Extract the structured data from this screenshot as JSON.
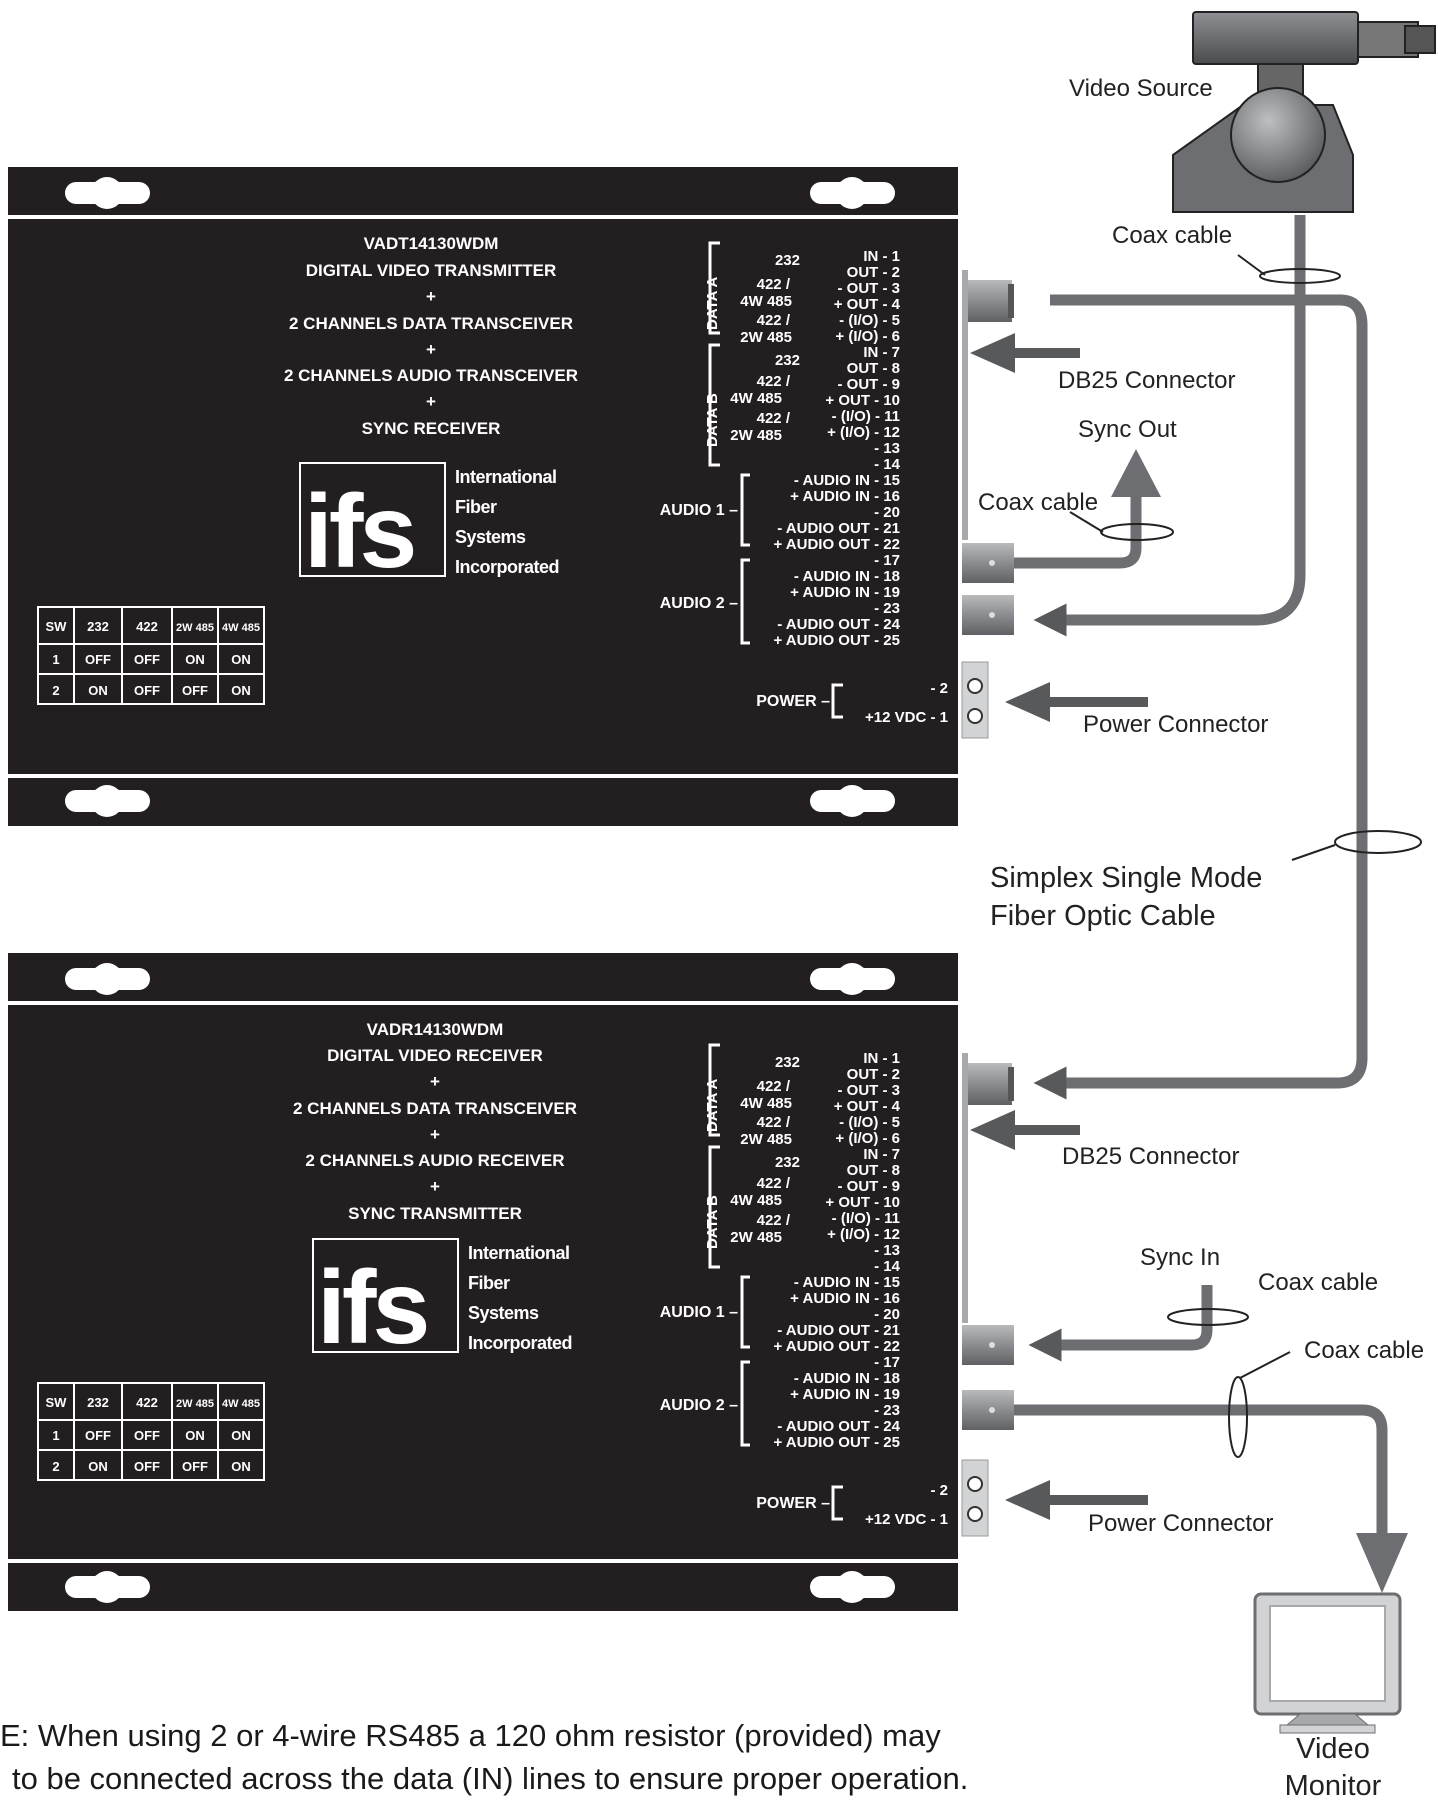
{
  "colors": {
    "panel": "#231f20",
    "cable": "#6d6e71",
    "arrow": "#58595b",
    "connector": "#8a8c8f"
  },
  "transmitter": {
    "title_lines": [
      "VADT14130WDM",
      "DIGITAL VIDEO TRANSMITTER",
      "+",
      "2 CHANNELS DATA TRANSCEIVER",
      "+",
      "2 CHANNELS AUDIO TRANSCEIVER",
      "+",
      "SYNC RECEIVER"
    ]
  },
  "receiver": {
    "title_lines": [
      "VADR14130WDM",
      "DIGITAL VIDEO RECEIVER",
      "+",
      "2 CHANNELS DATA TRANSCEIVER",
      "+",
      "2 CHANNELS AUDIO RECEIVER",
      "+",
      "SYNC TRANSMITTER"
    ]
  },
  "logo": {
    "mark": "ifs",
    "lines": [
      "International",
      "Fiber",
      "Systems",
      "Incorporated"
    ]
  },
  "switch_table": {
    "headers": [
      "SW",
      "232",
      "422",
      "2W 485",
      "4W 485"
    ],
    "rows": [
      [
        "1",
        "OFF",
        "OFF",
        "ON",
        "ON"
      ],
      [
        "2",
        "ON",
        "OFF",
        "OFF",
        "ON"
      ]
    ]
  },
  "pinout": {
    "data_a_label": "DATA A",
    "data_b_label": "DATA B",
    "audio1_label": "AUDIO 1 –",
    "audio2_label": "AUDIO 2 –",
    "power_label": "POWER –",
    "data_a_modes": [
      "232",
      "422 /",
      "4W 485",
      "422 /",
      "2W 485"
    ],
    "data_a_pins": [
      "IN - 1",
      "OUT - 2",
      "- OUT - 3",
      "+ OUT - 4",
      "- (I/O) - 5",
      "+ (I/O) - 6"
    ],
    "data_b_modes": [
      "232",
      "422 /",
      "4W 485",
      "422 /",
      "2W 485"
    ],
    "data_b_pins": [
      "IN - 7",
      "OUT - 8",
      "- OUT - 9",
      "+ OUT - 10",
      "- (I/O) - 11",
      "+ (I/O) - 12",
      "- 13",
      "- 14"
    ],
    "audio1_pins": [
      "- AUDIO IN - 15",
      "+ AUDIO IN - 16",
      "- 20",
      "- AUDIO OUT - 21",
      "+ AUDIO OUT - 22"
    ],
    "audio2_pins": [
      "- 17",
      "- AUDIO IN - 18",
      "+ AUDIO IN - 19",
      "- 23",
      "- AUDIO OUT - 24",
      "+ AUDIO OUT - 25"
    ],
    "power_pins": [
      "- 2",
      "+12 VDC - 1"
    ]
  },
  "callouts": {
    "video_source": "Video Source",
    "coax_top": "Coax cable",
    "db25_top": "DB25 Connector",
    "sync_out": "Sync Out",
    "coax_sync_out": "Coax cable",
    "power_top": "Power Connector",
    "fiber_line1": "Simplex Single Mode",
    "fiber_line2": "Fiber Optic Cable",
    "db25_bottom": "DB25 Connector",
    "sync_in": "Sync In",
    "coax_sync_in": "Coax cable",
    "coax_monitor": "Coax cable",
    "power_bottom": "Power Connector",
    "video_monitor_line1": "Video",
    "video_monitor_line2": "Monitor"
  },
  "note": {
    "line1": "E:  When using 2 or 4-wire RS485 a 120 ohm resistor (provided) may",
    "line2": "to be connected across the data (IN) lines to ensure proper operation."
  }
}
